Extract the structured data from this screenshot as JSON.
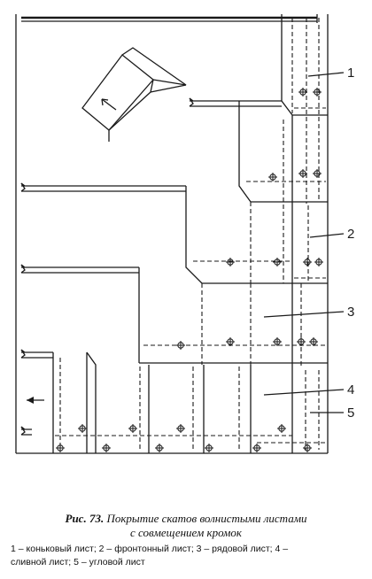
{
  "figure": {
    "number": "Рис. 73.",
    "title_line1": "Покрытие скатов волнистыми листами",
    "title_line2": "с совмещением кромок"
  },
  "callouts": [
    {
      "id": "1",
      "label": "1"
    },
    {
      "id": "2",
      "label": "2"
    },
    {
      "id": "3",
      "label": "3"
    },
    {
      "id": "4",
      "label": "4"
    },
    {
      "id": "5",
      "label": "5"
    }
  ],
  "legend": {
    "line1": "1 – коньковый лист; 2 – фронтонный лист; 3 – рядовой лист; 4 –",
    "line2": "сливной лист; 5 – угловой лист"
  }
}
